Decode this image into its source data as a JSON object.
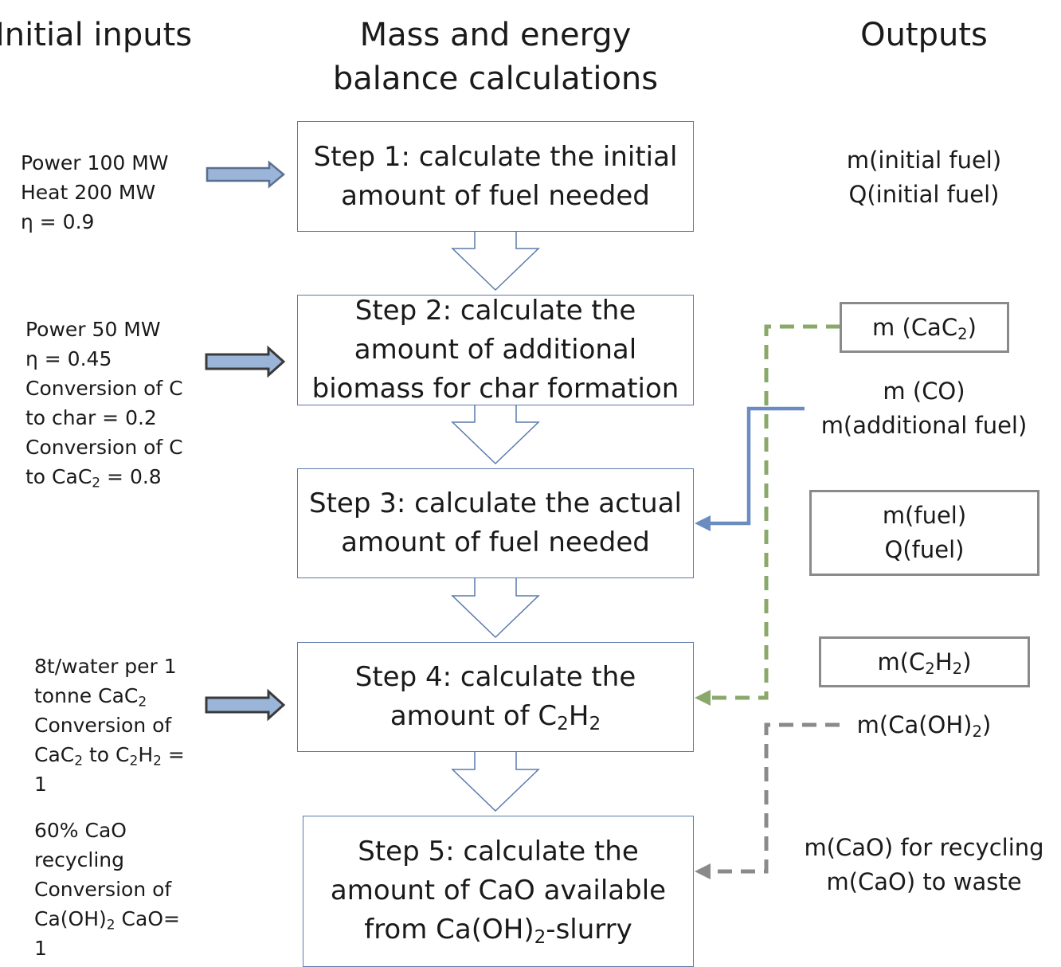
{
  "headers": {
    "inputs": "Initial inputs",
    "calc_line1": "Mass and energy",
    "calc_line2": "balance calculations",
    "outputs": "Outputs"
  },
  "steps": [
    {
      "line1": "Step 1: calculate the initial",
      "line2": "amount of fuel needed"
    },
    {
      "line1": "Step 2: calculate the",
      "line2": "amount of additional",
      "line3": "biomass for char formation"
    },
    {
      "line1": "Step 3: calculate the actual",
      "line2": "amount of fuel needed"
    },
    {
      "line1": "Step 4: calculate the",
      "line2_pre": "amount of C",
      "line2_sub1": "2",
      "line2_mid": "H",
      "line2_sub2": "2"
    },
    {
      "line1": "Step 5: calculate the",
      "line2": "amount of CaO available",
      "line3_pre": "from Ca(OH)",
      "line3_sub": "2",
      "line3_post": "-slurry"
    }
  ],
  "inputs": {
    "step1": {
      "l1": "Power 100 MW",
      "l2": "Heat 200 MW",
      "l3": "η = 0.9"
    },
    "step2": {
      "l1": "Power 50 MW",
      "l2": "η = 0.45",
      "l3": "Conversion of C",
      "l4": "to char = 0.2",
      "l5": "Conversion of C",
      "l6_pre": "to CaC",
      "l6_sub": "2",
      "l6_post": " = 0.8"
    },
    "step4": {
      "l1": "8t/water per 1",
      "l2_pre": "tonne CaC",
      "l2_sub": "2",
      "l3": "Conversion of",
      "l4_pre": "CaC",
      "l4_sub1": "2",
      "l4_mid": " to C",
      "l4_sub2": "2",
      "l4_mid2": "H",
      "l4_sub3": "2",
      "l4_post": " =",
      "l5": "1"
    },
    "step5": {
      "l1": "60% CaO",
      "l2": "recycling",
      "l3": "Conversion of",
      "l4_pre": "Ca(OH)",
      "l4_sub": "2",
      "l4_post": " CaO=",
      "l5": "1"
    }
  },
  "outputs": {
    "o1_l1": "m(initial fuel)",
    "o1_l2": "Q(initial fuel)",
    "cac2_pre": "m (CaC",
    "cac2_sub": "2",
    "cac2_post": ")",
    "co": "m (CO)",
    "additional_fuel": "m(additional fuel)",
    "fuel_l1": "m(fuel)",
    "fuel_l2": "Q(fuel)",
    "c2h2_pre": "m(C",
    "c2h2_sub1": "2",
    "c2h2_mid": "H",
    "c2h2_sub2": "2",
    "c2h2_post": ")",
    "caoh2_pre": "m(Ca(OH)",
    "caoh2_sub": "2",
    "caoh2_post": ")",
    "cao_l1": "m(CaO) for recycling",
    "cao_l2": "m(CaO) to waste"
  },
  "colors": {
    "box_border": "#5a7aaa",
    "input_arrow_fill": "#9bb5d8",
    "blue_line": "#6b8cc0",
    "green_dash": "#8aa86a",
    "grey_dash": "#8a8a8a"
  }
}
